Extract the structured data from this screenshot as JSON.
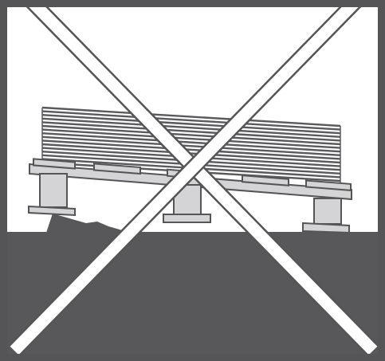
{
  "figure": {
    "kind": "prohibition-illustration",
    "meaning": "incorrect-storage",
    "colors": {
      "frame": "#555558",
      "ground": "#58585b",
      "background": "#ffffff",
      "board_fill": "#d4d4d6",
      "board_stroke": "#555558",
      "stripe": "#5a5a5d",
      "cross": "#ffffff",
      "cross_outline": "#555558"
    },
    "icons": [
      "stack-of-boards",
      "support-beam",
      "concrete-blocks",
      "prohibition-cross"
    ]
  }
}
